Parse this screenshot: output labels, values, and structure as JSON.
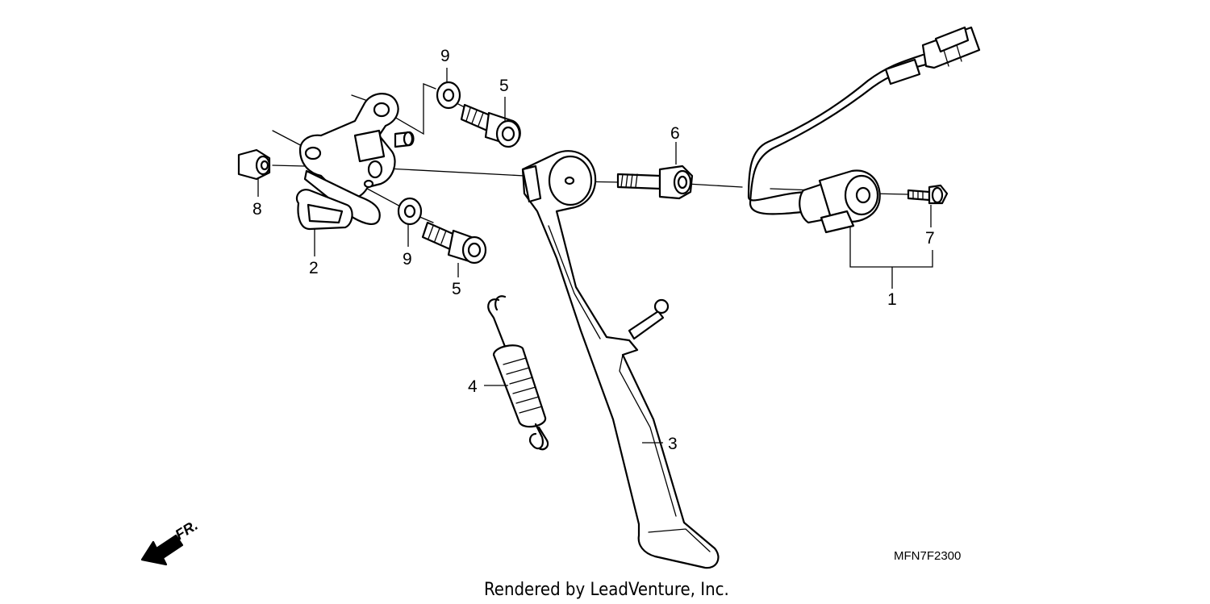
{
  "diagram": {
    "part_code": "MFN7F2300",
    "watermark": "Rendered by LeadVenture, Inc.",
    "direction_label": "FR.",
    "callouts": {
      "1": "1",
      "2": "2",
      "3": "3",
      "4": "4",
      "5a": "5",
      "5b": "5",
      "6": "6",
      "7": "7",
      "8": "8",
      "9a": "9",
      "9b": "9"
    }
  }
}
